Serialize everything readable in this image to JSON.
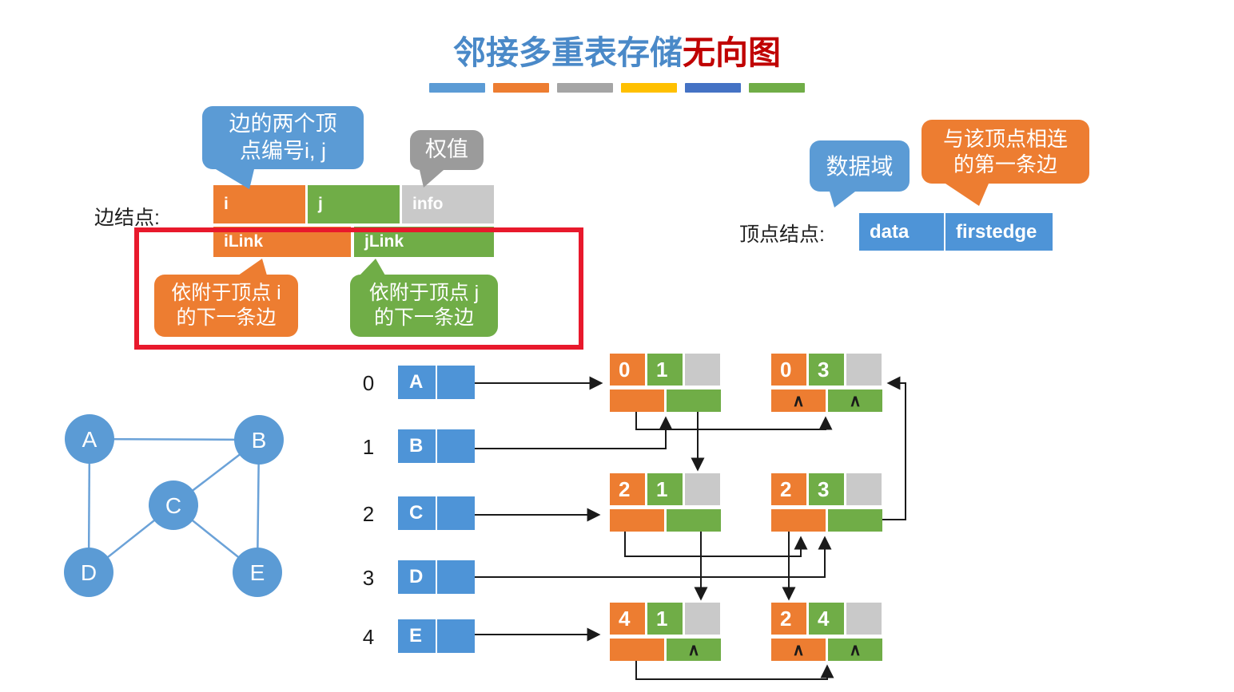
{
  "title": {
    "blue": "邻接多重表存储",
    "red": "无向图"
  },
  "legend_bar_colors": [
    "#5B9BD5",
    "#ED7D31",
    "#A5A5A5",
    "#FFC000",
    "#4472C4",
    "#70AD47"
  ],
  "colors": {
    "blue": "#5B9BD5",
    "orange": "#ED7D31",
    "green": "#70AD47",
    "gray_cell": "#C9C9C9",
    "gray_bubble": "#9B9B9B",
    "title_blue": "#4A89C8",
    "title_red": "#C00000",
    "highlight_red": "#E8192C"
  },
  "callouts": {
    "edge_vertices": [
      "边的两个顶",
      "点编号i, j"
    ],
    "weight": "权值",
    "next_i": [
      "依附于顶点 i",
      "的下一条边"
    ],
    "next_j": [
      "依附于顶点 j",
      "的下一条边"
    ],
    "data_field": "数据域",
    "first_edge": [
      "与该顶点相连",
      "的第一条边"
    ]
  },
  "edge_node_struct": {
    "label": "边结点:",
    "i": "i",
    "j": "j",
    "info": "info",
    "ilink": "iLink",
    "jlink": "jLink"
  },
  "vertex_node_struct": {
    "label": "顶点结点:",
    "data": "data",
    "firstedge": "firstedge"
  },
  "graph": {
    "vertices": [
      "A",
      "B",
      "C",
      "D",
      "E"
    ],
    "edges": [
      [
        "A",
        "B"
      ],
      [
        "A",
        "D"
      ],
      [
        "B",
        "C"
      ],
      [
        "B",
        "E"
      ],
      [
        "C",
        "D"
      ],
      [
        "C",
        "E"
      ]
    ]
  },
  "vertex_table": {
    "rows": [
      {
        "index": "0",
        "label": "A"
      },
      {
        "index": "1",
        "label": "B"
      },
      {
        "index": "2",
        "label": "C"
      },
      {
        "index": "3",
        "label": "D"
      },
      {
        "index": "4",
        "label": "E"
      }
    ]
  },
  "edge_nodes": [
    {
      "i": "0",
      "j": "1",
      "info": "",
      "ilink": "",
      "jlink": ""
    },
    {
      "i": "0",
      "j": "3",
      "info": "",
      "ilink": "∧",
      "jlink": "∧"
    },
    {
      "i": "2",
      "j": "1",
      "info": "",
      "ilink": "",
      "jlink": ""
    },
    {
      "i": "2",
      "j": "3",
      "info": "",
      "ilink": "",
      "jlink": ""
    },
    {
      "i": "4",
      "j": "1",
      "info": "",
      "ilink": "",
      "jlink": "∧"
    },
    {
      "i": "2",
      "j": "4",
      "info": "",
      "ilink": "∧",
      "jlink": "∧"
    }
  ]
}
